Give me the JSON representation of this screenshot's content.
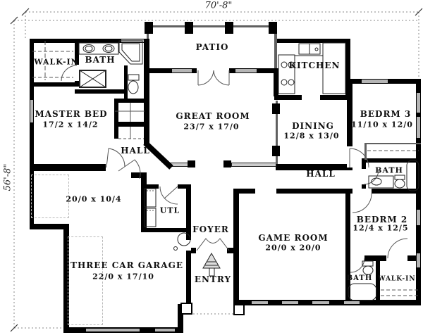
{
  "plan": {
    "width_dim": "70'-8\"",
    "height_dim": "56'-8\""
  },
  "rooms": {
    "walkin_master": {
      "name": "WALK-IN"
    },
    "bath_master": {
      "name": "BATH"
    },
    "patio": {
      "name": "PATIO"
    },
    "kitchen": {
      "name": "KITCHEN"
    },
    "master_bed": {
      "name": "MASTER BED",
      "dims": "17/2 x 14/2"
    },
    "great_room": {
      "name": "GREAT ROOM",
      "dims": "23/7 x 17/0"
    },
    "dining": {
      "name": "DINING",
      "dims": "12/8 x 13/0"
    },
    "bedrm3": {
      "name": "BEDRM 3",
      "dims": "11/10 x 12/0"
    },
    "hall_upper": {
      "name": "HALL"
    },
    "hall_lower": {
      "name": "HALL"
    },
    "bath_hall": {
      "name": "BATH"
    },
    "flex_space": {
      "dims": "20/0 x 10/4"
    },
    "utility": {
      "name": "UTL"
    },
    "foyer": {
      "name": "FOYER"
    },
    "game_room": {
      "name": "GAME ROOM",
      "dims": "20/0 x 20/0"
    },
    "bedrm2": {
      "name": "BEDRM 2",
      "dims": "12/4 x 12/5"
    },
    "garage": {
      "name": "THREE CAR GARAGE",
      "dims": "22/0 x 17/10"
    },
    "entry": {
      "name": "ENTRY"
    },
    "bath_2": {
      "name": "BATH"
    },
    "walkin_2": {
      "name": "WALK-IN"
    }
  },
  "colors": {
    "wall": "#000000",
    "window": "#b5b5b5",
    "background": "#ffffff"
  }
}
